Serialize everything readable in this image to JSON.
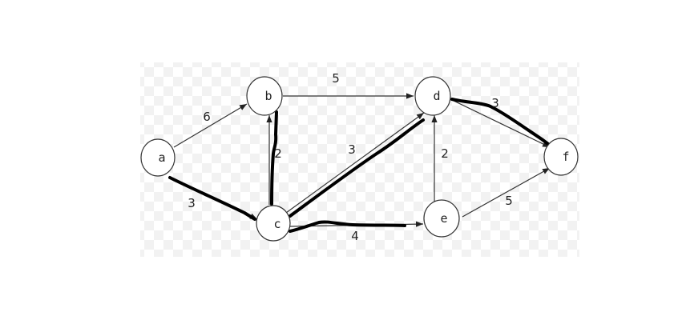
{
  "graph": {
    "directed": true,
    "nodes": [
      {
        "id": "a",
        "label": "a"
      },
      {
        "id": "b",
        "label": "b"
      },
      {
        "id": "c",
        "label": "c"
      },
      {
        "id": "d",
        "label": "d"
      },
      {
        "id": "e",
        "label": "e"
      },
      {
        "id": "f",
        "label": "f"
      }
    ],
    "edges": [
      {
        "id": "a-b",
        "from": "a",
        "to": "b",
        "weight": "6",
        "highlighted": false
      },
      {
        "id": "a-c",
        "from": "a",
        "to": "c",
        "weight": "3",
        "highlighted": true
      },
      {
        "id": "b-d",
        "from": "b",
        "to": "d",
        "weight": "5",
        "highlighted": false
      },
      {
        "id": "c-b",
        "from": "c",
        "to": "b",
        "weight": "2",
        "highlighted": true
      },
      {
        "id": "c-d",
        "from": "c",
        "to": "d",
        "weight": "3",
        "highlighted": true
      },
      {
        "id": "c-e",
        "from": "c",
        "to": "e",
        "weight": "4",
        "highlighted": true
      },
      {
        "id": "e-d",
        "from": "e",
        "to": "d",
        "weight": "2",
        "highlighted": false
      },
      {
        "id": "d-f",
        "from": "d",
        "to": "f",
        "weight": "3",
        "highlighted": true
      },
      {
        "id": "e-f",
        "from": "e",
        "to": "f",
        "weight": "5",
        "highlighted": false
      }
    ]
  },
  "colors": {
    "background": "#ffffff",
    "checker": "#f3f3f3",
    "stroke": "#333333",
    "highlight": "#000000"
  }
}
